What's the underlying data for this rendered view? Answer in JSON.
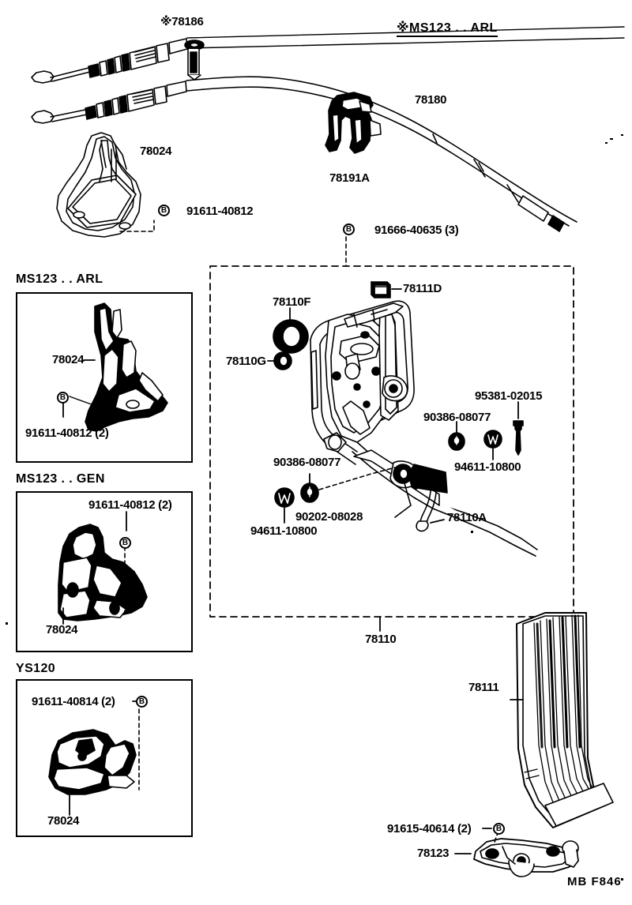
{
  "diagram": {
    "title_marker": "※",
    "footer_code": "MB  F846",
    "ink_color": "#000000",
    "background": "#ffffff"
  },
  "top_section": {
    "cable_upper_label": "※78186",
    "group_header": "※MS123 . . ARL",
    "bracket_label": "78024",
    "bracket_bolt_label": "91611-40812",
    "bolt_mark": "B",
    "clip_label": "78191A",
    "cable_label": "78180",
    "cable_clip_bolt_label": "91666-40635 (3)",
    "cable_clip_bolt_mark": "B"
  },
  "main_box": {
    "assembly_label": "78110",
    "labels": [
      {
        "id": "78110F",
        "text": "78110F"
      },
      {
        "id": "78110G",
        "text": "78110G"
      },
      {
        "id": "78111D",
        "text": "78111D"
      },
      {
        "id": "95381-02015",
        "text": "95381-02015"
      },
      {
        "id": "90386-08077-right",
        "text": "90386-08077"
      },
      {
        "id": "94611-10800-right",
        "text": "94611-10800"
      },
      {
        "id": "90386-08077-left",
        "text": "90386-08077"
      },
      {
        "id": "94611-10800-left",
        "text": "94611-10800"
      },
      {
        "id": "90202-08028",
        "text": "90202-08028"
      },
      {
        "id": "78110A",
        "text": "78110A"
      }
    ]
  },
  "side_panels": [
    {
      "key": "ms123-arl",
      "header": "MS123 . . ARL",
      "bracket_label": "78024",
      "bolt_label": "91611-40812 (2)",
      "bolt_mark": "B"
    },
    {
      "key": "ms123-gen",
      "header": "MS123 . . GEN",
      "bracket_label": "78024",
      "bolt_label": "91611-40812 (2)",
      "bolt_mark": "B"
    },
    {
      "key": "ys120",
      "header": "YS120",
      "bracket_label": "78024",
      "bolt_label": "91611-40814 (2)",
      "bolt_mark": "B"
    }
  ],
  "pedal_section": {
    "pad_label": "78111",
    "support_label": "78123",
    "support_bolt_label": "91615-40614 (2)",
    "support_bolt_mark": "B"
  }
}
